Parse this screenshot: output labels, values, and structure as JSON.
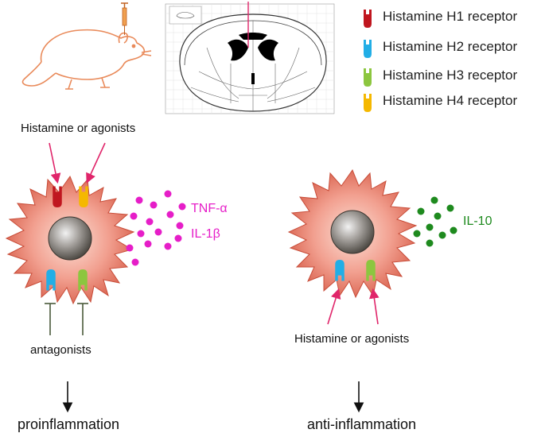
{
  "colors": {
    "h1": "#c0161f",
    "h2": "#22aee6",
    "h3": "#8cc63f",
    "h4": "#f5b800",
    "pink": "#e61ec8",
    "green": "#1e8a1e",
    "arrow": "#e0256a",
    "antagonist": "#4a5a3a"
  },
  "legend": [
    {
      "label": "Histamine H1 receptor",
      "color_key": "h1"
    },
    {
      "label": "Histamine H2 receptor",
      "color_key": "h2"
    },
    {
      "label": "Histamine H3 receptor",
      "color_key": "h3"
    },
    {
      "label": "Histamine H4 receptor",
      "color_key": "h4"
    }
  ],
  "left": {
    "agonist_label": "Histamine or agonists",
    "antagonist_label": "antagonists",
    "cytokines": [
      "TNF-α",
      "IL-1β"
    ],
    "outcome": "proinflammation"
  },
  "right": {
    "agonist_label": "Histamine or agonists",
    "cytokine": "IL-10",
    "outcome": "anti-inflammation"
  },
  "icons": {
    "mouse": "mouse-icon",
    "syringe": "syringe-icon",
    "brain_section": "brain-section-icon",
    "microglia": "microglia-cell-icon"
  }
}
